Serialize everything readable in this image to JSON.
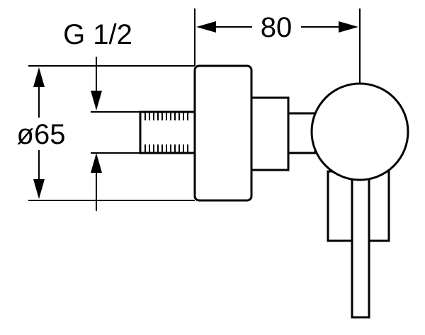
{
  "drawing": {
    "thread_label": "G 1/2",
    "diameter_label": "ø65",
    "width_label": "80"
  },
  "colors": {
    "line": "#000000",
    "background": "#ffffff"
  }
}
